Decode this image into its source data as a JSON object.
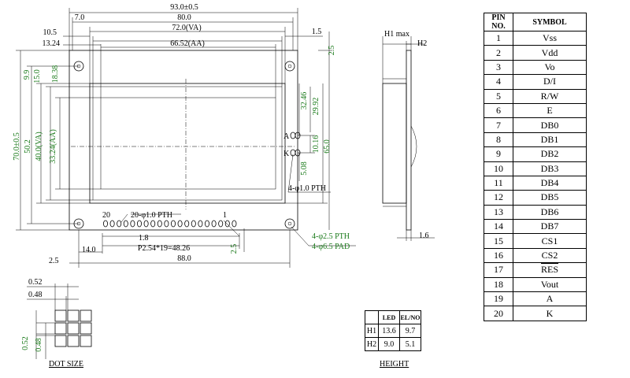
{
  "dimensions": {
    "overall_width": "93.0±0.5",
    "offset_7": "7.0",
    "width_80": "80.0",
    "offset_10_5": "10.5",
    "va_width": "72.0(VA)",
    "offset_1_5": "1.5",
    "offset_13_24": "13.24",
    "aa_width": "66.52(AA)",
    "right_2_5": "2.5",
    "left_9_9": "9.9",
    "left_15": "15.0",
    "left_18_38": "18.38",
    "overall_height": "70.0±0.5",
    "height_50_2": "50.2",
    "va_height": "40.0(VA)",
    "aa_height": "33.24(AA)",
    "r_32_46": "32.46",
    "r_29_92": "29.92",
    "r_10_16": "10.16",
    "r_65": "65.0",
    "r_5_08": "5.08",
    "label_a": "A",
    "label_k": "K",
    "led_pth": "4-φ1.0 PTH",
    "pin_20": "20",
    "pin_pth": "20-φ1.0 PTH",
    "pin_1": "1",
    "pitch_1_8": "1.8",
    "pitch_desc": "P2.54*19=48.26",
    "left_14": "14.0",
    "bottom_2_5": "2.5",
    "mount_pth": "4-φ2.5 PTH",
    "mount_pad": "4-φ6.5 PAD",
    "bottom_2_5_left": "2.5",
    "bottom_88": "88.0"
  },
  "side_view": {
    "h1": "H1 max",
    "h2": "H2",
    "thickness": "1.6"
  },
  "dot_size": {
    "w1": "0.52",
    "w2": "0.48",
    "h1": "0.52",
    "h2": "0.48",
    "caption": "DOT SIZE"
  },
  "height_table": {
    "caption": "HEIGHT",
    "col_led": "LED",
    "col_el": "EL/NO",
    "rows": [
      {
        "label": "H1",
        "led": "13.6",
        "el": "9.7"
      },
      {
        "label": "H2",
        "led": "9.0",
        "el": "5.1"
      }
    ]
  },
  "pin_table": {
    "header_no": "PIN NO.",
    "header_symbol": "SYMBOL",
    "rows": [
      {
        "no": "1",
        "sym": "Vss",
        "bar": false
      },
      {
        "no": "2",
        "sym": "Vdd",
        "bar": false
      },
      {
        "no": "3",
        "sym": "Vo",
        "bar": false
      },
      {
        "no": "4",
        "sym": "D/I",
        "bar": false
      },
      {
        "no": "5",
        "sym": "R/W",
        "bar": false
      },
      {
        "no": "6",
        "sym": "E",
        "bar": false
      },
      {
        "no": "7",
        "sym": "DB0",
        "bar": false
      },
      {
        "no": "8",
        "sym": "DB1",
        "bar": false
      },
      {
        "no": "9",
        "sym": "DB2",
        "bar": false
      },
      {
        "no": "10",
        "sym": "DB3",
        "bar": false
      },
      {
        "no": "11",
        "sym": "DB4",
        "bar": false
      },
      {
        "no": "12",
        "sym": "DB5",
        "bar": false
      },
      {
        "no": "13",
        "sym": "DB6",
        "bar": false
      },
      {
        "no": "14",
        "sym": "DB7",
        "bar": false
      },
      {
        "no": "15",
        "sym": "CS1",
        "bar": false
      },
      {
        "no": "16",
        "sym": "CS2",
        "bar": false
      },
      {
        "no": "17",
        "sym": "RES",
        "bar": true
      },
      {
        "no": "18",
        "sym": "Vout",
        "bar": false
      },
      {
        "no": "19",
        "sym": "A",
        "bar": false
      },
      {
        "no": "20",
        "sym": "K",
        "bar": false
      }
    ]
  },
  "colors": {
    "dimension_green": "#1a7a1a",
    "line": "#000000"
  }
}
